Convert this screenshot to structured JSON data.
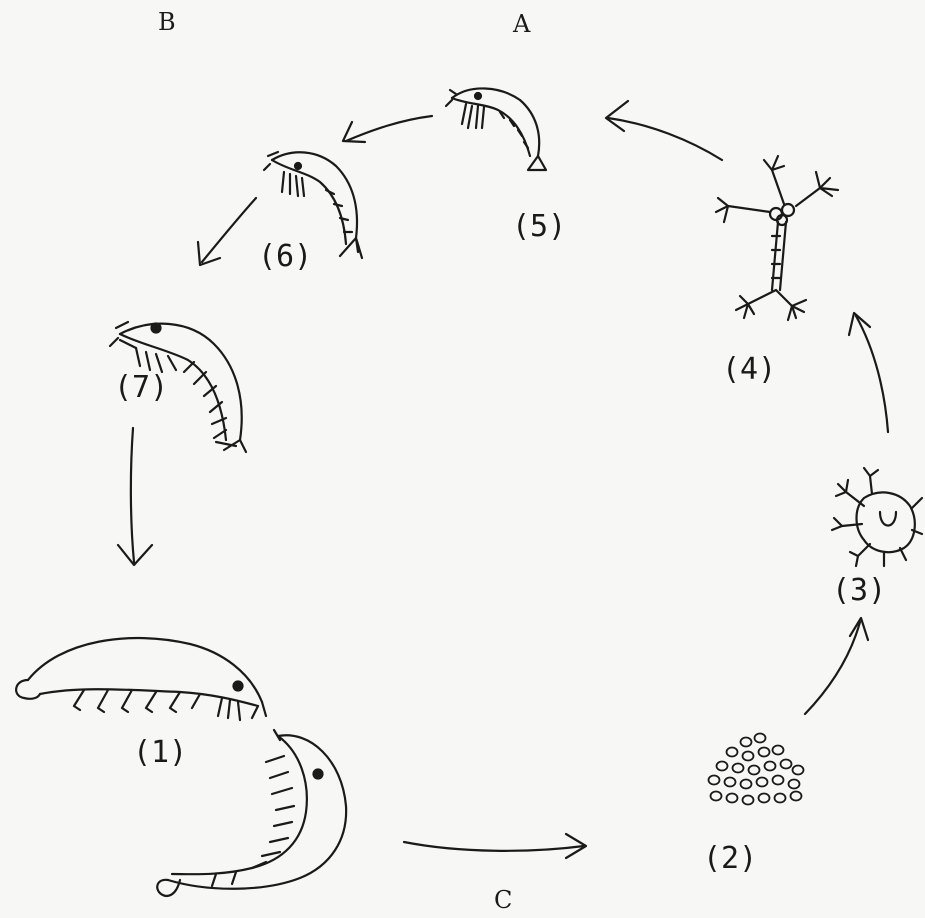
{
  "corner_labels": {
    "a": "A",
    "b": "B",
    "c": "C"
  },
  "stages": [
    {
      "id": "1",
      "label": "(1)",
      "depicts": "mating adults"
    },
    {
      "id": "2",
      "label": "(2)",
      "depicts": "eggs"
    },
    {
      "id": "3",
      "label": "(3)",
      "depicts": "nauplius"
    },
    {
      "id": "4",
      "label": "(4)",
      "depicts": "calyptopis"
    },
    {
      "id": "5",
      "label": "(5)",
      "depicts": "furcilia"
    },
    {
      "id": "6",
      "label": "(6)",
      "depicts": "post-larva"
    },
    {
      "id": "7",
      "label": "(7)",
      "depicts": "juvenile"
    }
  ],
  "colors": {
    "ink": "#1a1a1a",
    "paper": "#f7f7f5"
  }
}
